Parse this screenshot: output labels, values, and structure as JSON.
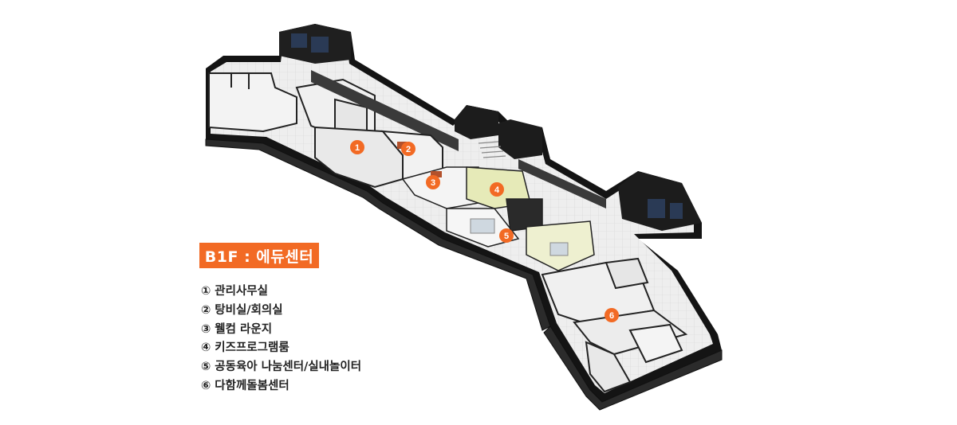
{
  "floor_label": "B1F : 에듀센터",
  "legend": [
    {
      "num": "①",
      "label": "관리사무실"
    },
    {
      "num": "②",
      "label": "탕비실/회의실"
    },
    {
      "num": "③",
      "label": "웰컴 라운지"
    },
    {
      "num": "④",
      "label": "키즈프로그램룸"
    },
    {
      "num": "⑤",
      "label": "공동육아 나눔센터/실내놀이터"
    },
    {
      "num": "⑥",
      "label": "다함께돌봄센터"
    }
  ],
  "markers": [
    "1",
    "2",
    "3",
    "4",
    "5",
    "6"
  ],
  "colors": {
    "accent": "#f26a24",
    "wall": "#1a1a1a",
    "floor": "#ececec",
    "carpet": "#d9dfa2",
    "window": "#2a3a55"
  }
}
